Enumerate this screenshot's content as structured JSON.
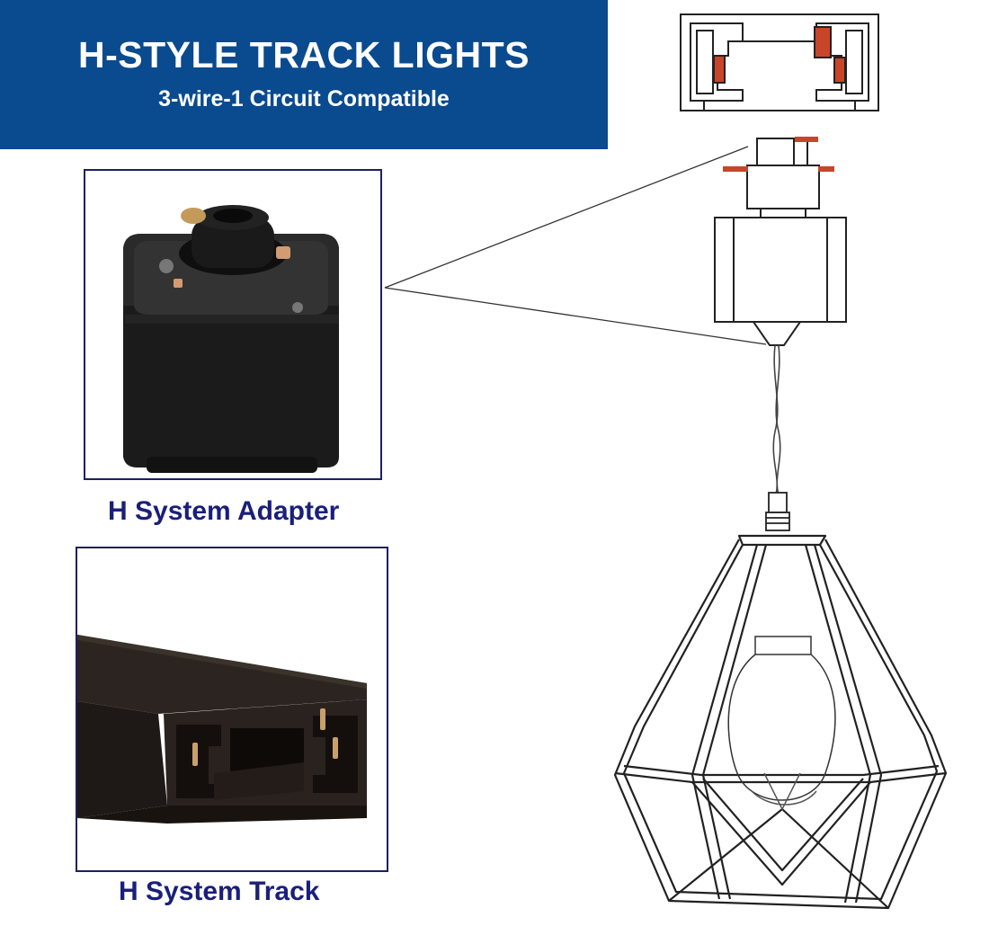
{
  "banner": {
    "title": "H-STYLE TRACK LIGHTS",
    "subtitle": "3-wire-1 Circuit Compatible",
    "color": "#0a4a8f"
  },
  "adapter_panel": {
    "caption": "H System Adapter",
    "icon": "adapter-photo"
  },
  "track_panel": {
    "caption": "H System Track",
    "icon": "track-photo"
  },
  "diagram": {
    "icon": "pendant-cage-light-drawing",
    "accent_color": "#c8452a"
  },
  "caption_color": "#1a1f7a"
}
